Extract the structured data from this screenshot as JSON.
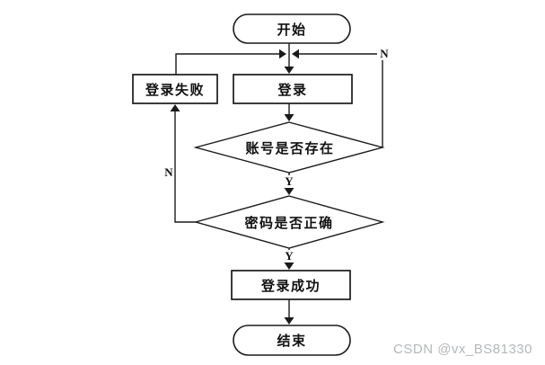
{
  "diagram": {
    "title_hint": "login-flowchart",
    "nodes": {
      "start": {
        "label": "开始",
        "type": "terminator"
      },
      "login": {
        "label": "登录",
        "type": "process"
      },
      "login_fail": {
        "label": "登录失败",
        "type": "process"
      },
      "check_account": {
        "label": "账号是否存在",
        "type": "decision"
      },
      "check_password": {
        "label": "密码是否正确",
        "type": "decision"
      },
      "login_success": {
        "label": "登录成功",
        "type": "process"
      },
      "end": {
        "label": "结束",
        "type": "terminator"
      }
    },
    "edge_labels": {
      "account_exists_no": "N",
      "account_exists_yes": "Y",
      "password_correct_no": "N",
      "password_correct_yes": "Y"
    }
  },
  "watermark": "CSDN @vx_BS81330",
  "colors": {
    "line": "#1a1a1a",
    "background": "#ffffff",
    "watermark_text": "#b4b7ba"
  }
}
